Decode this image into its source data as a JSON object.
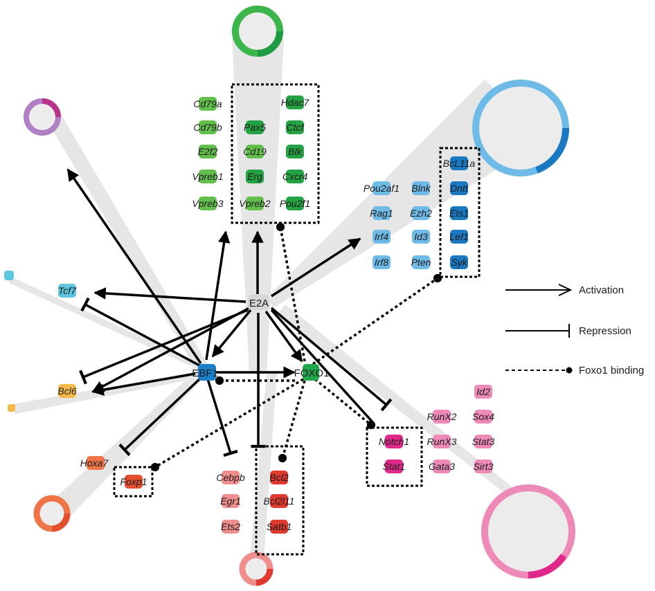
{
  "colors": {
    "green_light": "#62bf4b",
    "green_dark": "#23a343",
    "blue_light": "#6fbbe8",
    "blue_dark": "#1a79c0",
    "pink_light": "#ee8ab7",
    "pink_dark": "#e0288a",
    "red_light": "#f08d8d",
    "red_dark": "#e0392f",
    "orange": "#ef7548",
    "orange_dark": "#e4502e",
    "purple": "#b17fc3",
    "purple_dark": "#b8338a",
    "cyan": "#5ec6dd",
    "yellow": "#f7b84a",
    "gray_node": "#d6d6d6",
    "ebf1": "#1b80c8",
    "foxo1": "#22a64b"
  },
  "hubs": {
    "e2a": "E2A",
    "ebf1": "EBF1",
    "foxo1": "FOXO1"
  },
  "genes": {
    "cd79a": "Cd79a",
    "cd79b": "Cd79b",
    "e2f2": "E2f2",
    "vpreb1": "Vpreb1",
    "vpreb3": "Vpreb3",
    "pax5": "Pax5",
    "cd19": "Cd19",
    "erg": "Erg",
    "vpreb2": "Vpreb2",
    "hdac7": "Hdac7",
    "ctcf": "Ctcf",
    "blk": "Blk",
    "cxcr4": "Cxcr4",
    "pou2f1": "Pou2f1",
    "pou2af1": "Pou2af1",
    "rag1": "Rag1",
    "irf4": "Irf4",
    "irf8": "Irf8",
    "blnk": "Blnk",
    "ezh2": "Ezh2",
    "id3": "Id3",
    "pten": "Pten",
    "bcl11a": "BcL11a",
    "dntt": "Dntt",
    "ets1": "Ets1",
    "lef1": "Lef1",
    "syk": "Syk",
    "tcf7": "Tcf7",
    "bcl6": "Bcl6",
    "hoxa7": "Hoxa7",
    "foxp1": "Foxp1",
    "cebpb": "Cebpb",
    "egr1": "Egr1",
    "ets2": "Ets2",
    "bcl2": "Bcl2",
    "bcl2l11": "Bcl2l11",
    "satb1": "Satb1",
    "notch1": "Notch1",
    "stat1": "Stat1",
    "runx2": "RunX2",
    "runx3": "RunX3",
    "gata3": "Gata3",
    "id2": "Id2",
    "sox4": "Sox4",
    "stat3": "Stat3",
    "sirt3": "Sirt3"
  },
  "legend": {
    "activation": "Activation",
    "repression": "Repression",
    "foxo1_binding": "Foxo1 binding"
  }
}
